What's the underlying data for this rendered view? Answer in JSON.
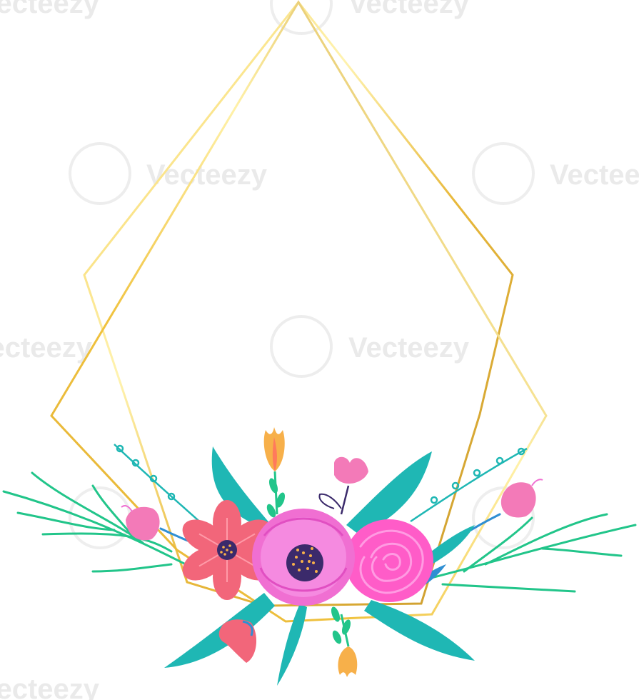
{
  "watermark": {
    "brand": "Vecteezy",
    "tile_texts": [
      "Vecteezy",
      "Vecteezy",
      "Vecteezy",
      "Vecteezy",
      "Vecteezy",
      "Vecteezy",
      "Vecteezy"
    ],
    "color": "#e6e6e6"
  },
  "artwork": {
    "subject": "geometric gold frame with floral bouquet",
    "frame_colors": {
      "gold_light": "#fff3b0",
      "gold_mid": "#f2c744",
      "gold_dark": "#c99a2e"
    },
    "flower_colors": {
      "ranunculus": "#f06fd2",
      "rose": "#ff5cc8",
      "cosmos": "#f2667a",
      "tulip_bud": "#f37ab8",
      "orange_bud": "#f7b04a",
      "center": "#3b2a6b"
    },
    "leaf_colors": {
      "teal": "#1fb7b4",
      "green": "#22c58a",
      "blue_stem": "#2f8fd3"
    }
  }
}
